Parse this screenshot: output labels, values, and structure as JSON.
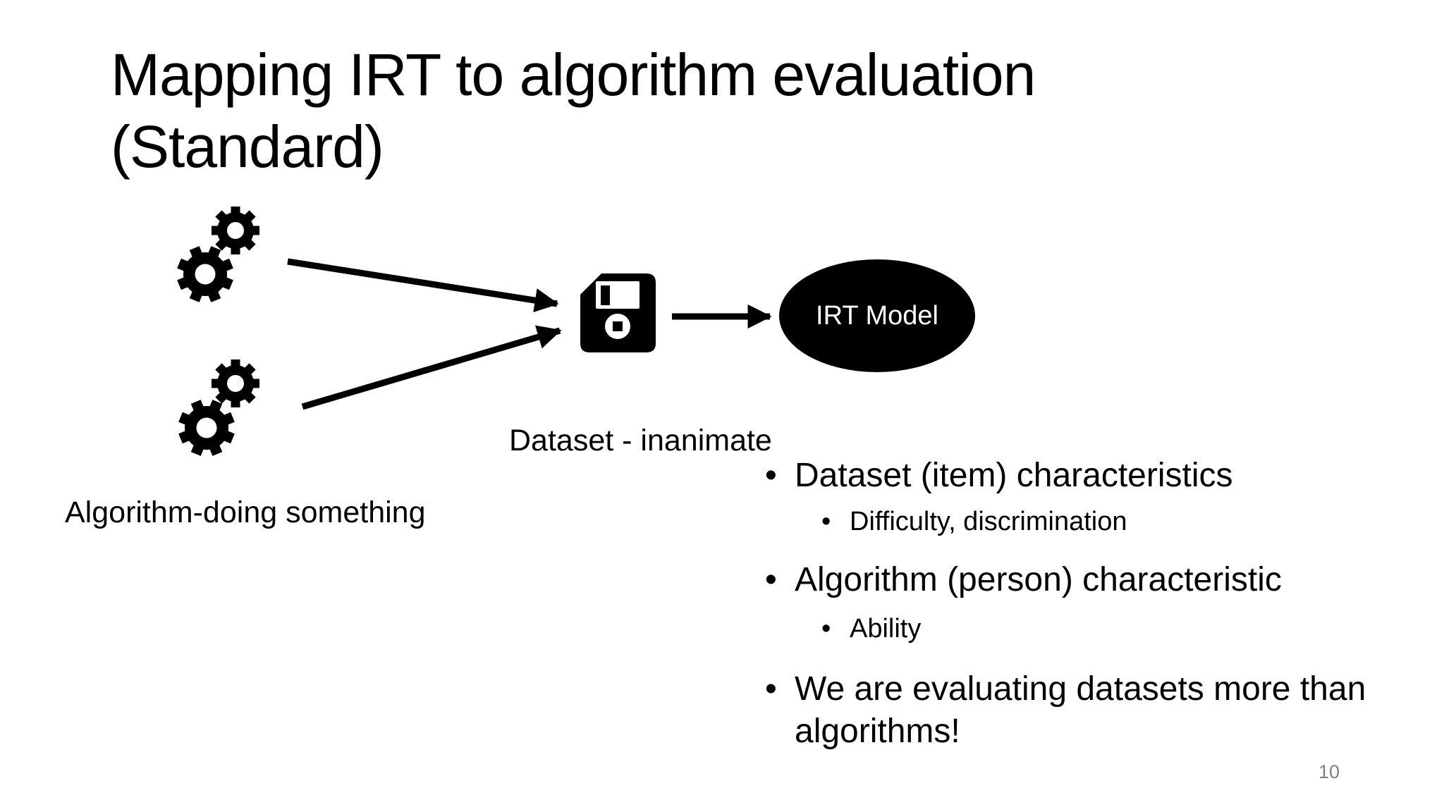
{
  "slide": {
    "title": "Mapping IRT to algorithm evaluation (Standard)",
    "page_number": "10",
    "background_color": "#ffffff",
    "text_color": "#000000",
    "diagram_color": "#000000",
    "page_number_color": "#7f7f7f"
  },
  "chars": {
    "bullet": "•"
  },
  "diagram": {
    "algorithm_caption": "Algorithm-doing something",
    "dataset_caption": "Dataset - inanimate",
    "model_label": "IRT Model",
    "icons": [
      "gears-icon",
      "gears-icon",
      "floppy-disk-icon",
      "arrow-icon",
      "arrow-icon",
      "arrow-icon",
      "ellipse-shape"
    ]
  },
  "bullets": [
    {
      "level": 1,
      "text": "Dataset (item) characteristics"
    },
    {
      "level": 2,
      "text": "Difficulty, discrimination"
    },
    {
      "level": 1,
      "text": "Algorithm (person) characteristic"
    },
    {
      "level": 2,
      "text": "Ability"
    },
    {
      "level": 1,
      "text": "We are evaluating datasets more than algorithms!"
    }
  ]
}
